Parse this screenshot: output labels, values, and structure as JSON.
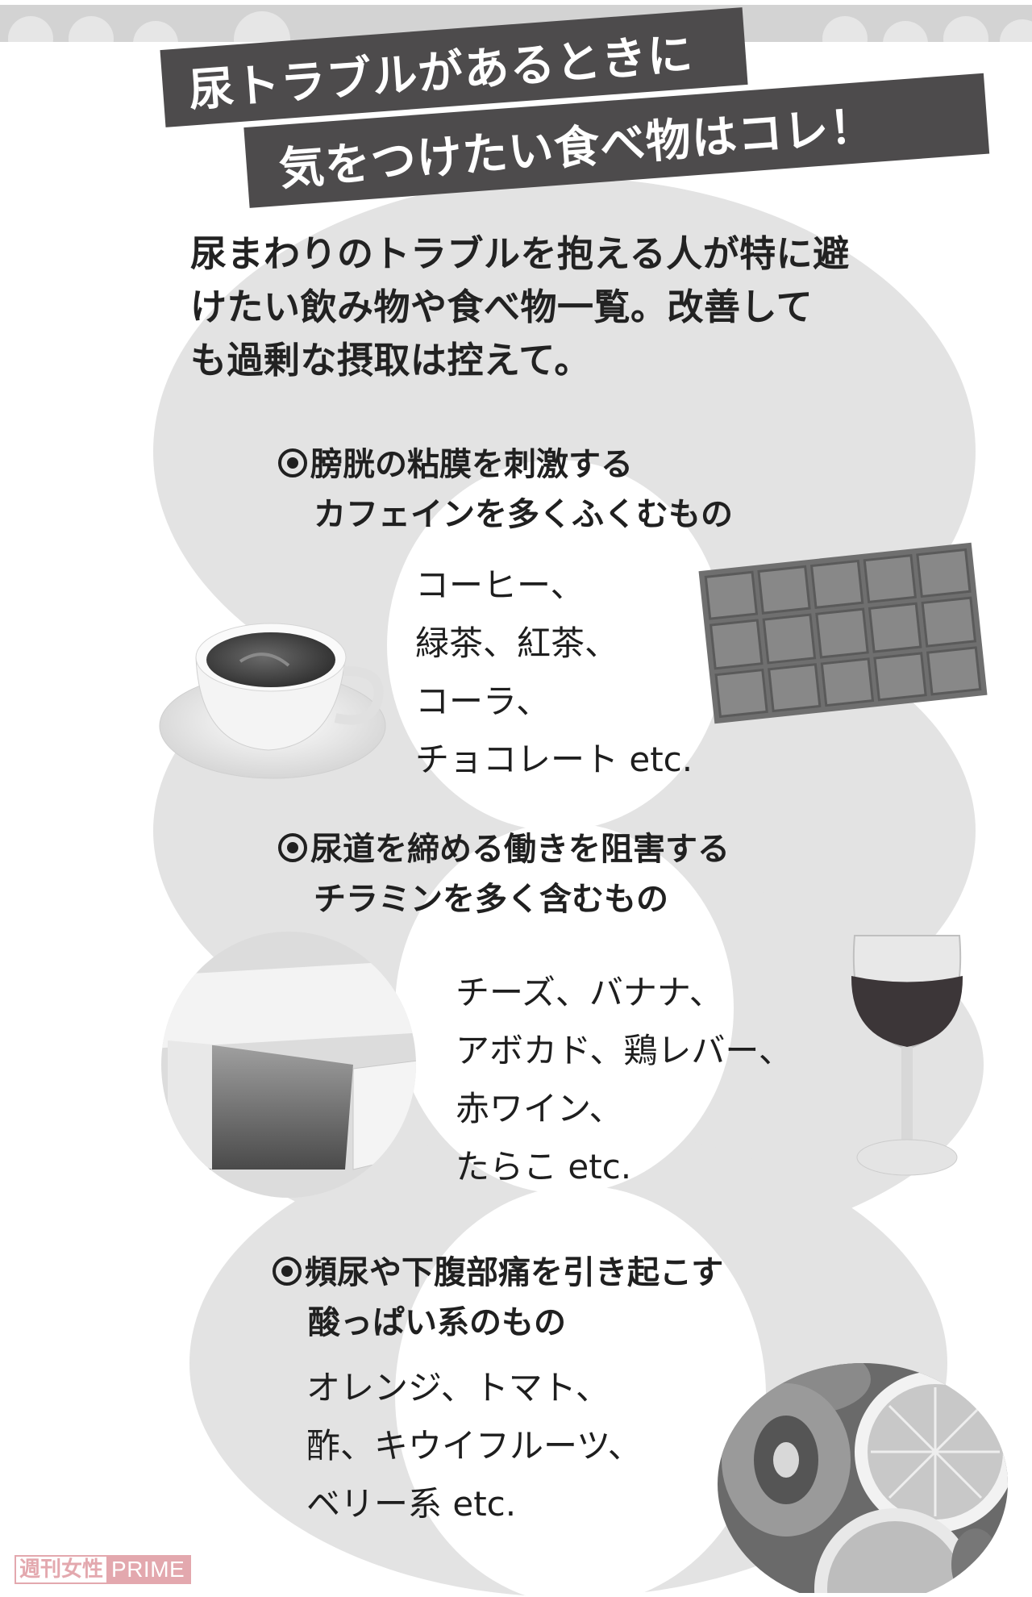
{
  "title": {
    "line1": "尿トラブルがあるときに",
    "line2": "気をつけたい食べ物はコレ！"
  },
  "intro": {
    "lines": [
      "尿まわりのトラブルを抱える人が特に避",
      "けたい飲み物や食べ物一覧。改善して",
      "も過剰な摂取は控えて。"
    ]
  },
  "sections": [
    {
      "bullet": "◎",
      "heading_line1": "膀胱の粘膜を刺激する",
      "heading_line2": "カフェインを多くふくむもの",
      "items": [
        "コーヒー、",
        "緑茶、紅茶、",
        "コーラ、",
        "チョコレート etc."
      ],
      "images": [
        "coffee-cup",
        "chocolate-bar"
      ]
    },
    {
      "bullet": "◎",
      "heading_line1": "尿道を締める働きを阻害する",
      "heading_line2": "チラミンを多く含むもの",
      "items": [
        "チーズ、バナナ、",
        "アボカド、鶏レバー、",
        "赤ワイン、",
        "たらこ etc."
      ],
      "images": [
        "cheese",
        "red-wine-glass"
      ]
    },
    {
      "bullet": "◎",
      "heading_line1": "頻尿や下腹部痛を引き起こす",
      "heading_line2": "酸っぱい系のもの",
      "items": [
        "オレンジ、トマト、",
        "酢、キウイフルーツ、",
        "ベリー系 etc."
      ],
      "images": [
        "citrus-kiwi-berries"
      ]
    }
  ],
  "watermark": {
    "jp": "週刊女性",
    "en": "PRIME",
    "color": "#e3a8ae"
  },
  "colors": {
    "ribbon": "#4d4b4c",
    "background_shape": "#e3e3e3",
    "top_band": "#d3d3d3",
    "text": "#1e1e1e"
  }
}
